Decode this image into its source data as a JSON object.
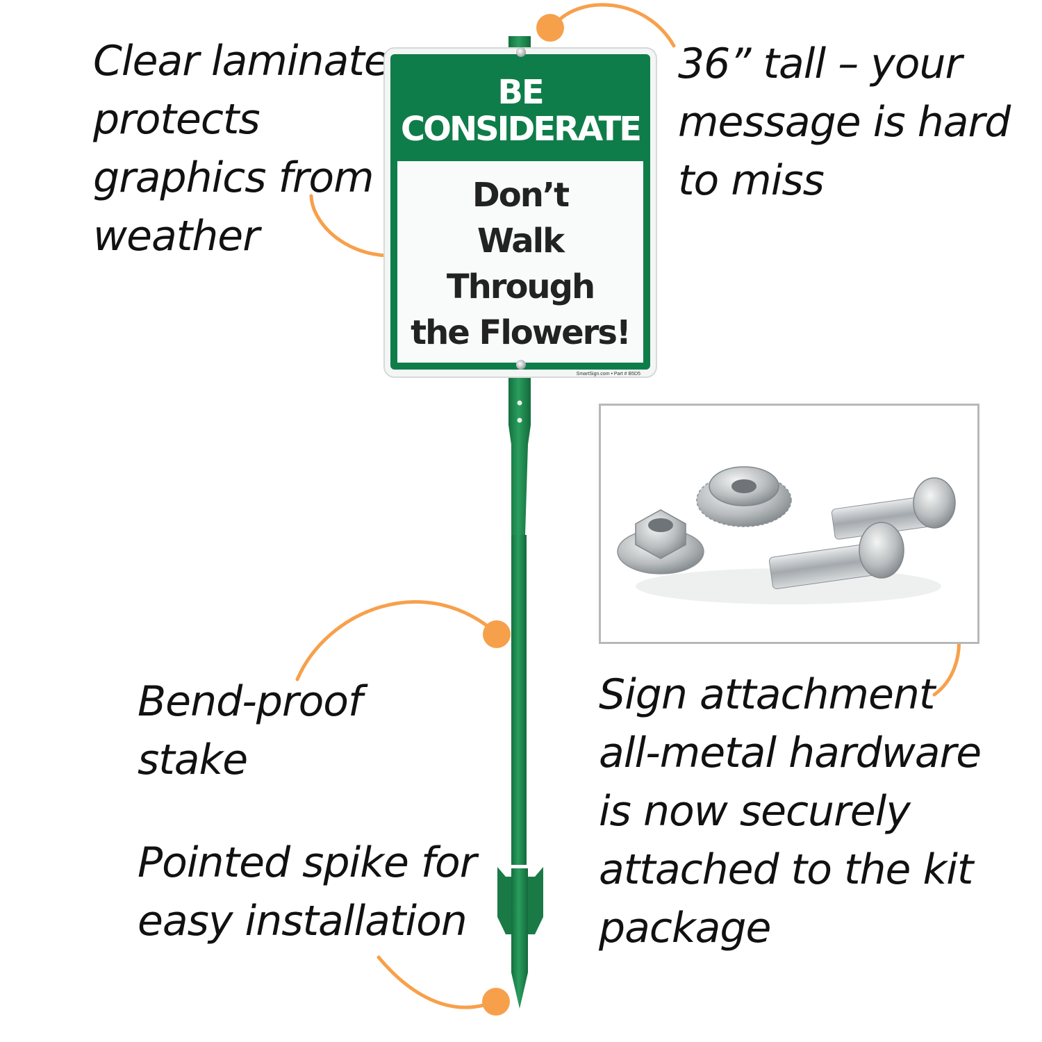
{
  "callouts": {
    "laminate": [
      "Clear laminate",
      "protects",
      "graphics from",
      "weather"
    ],
    "tall": [
      "36” tall – your",
      "message is hard",
      "to miss"
    ],
    "stake": [
      "Bend-proof",
      "stake"
    ],
    "spike": [
      "Pointed spike for",
      "easy installation"
    ],
    "hardware": [
      "Sign attachment",
      "all-metal hardware",
      "is now securely",
      "attached to the kit",
      "package"
    ]
  },
  "sign": {
    "header": [
      "BE",
      "CONSIDERATE"
    ],
    "body": [
      "Don’t",
      "Walk",
      "Through",
      "the Flowers!"
    ],
    "footer": "SmartSign.com • Part # B5D5"
  },
  "colors": {
    "accent_orange": "#f7a04b",
    "stake_green": "#1f8a4f",
    "sign_green": "#0f7d4a",
    "frame_gray": "#b8b8b8",
    "text": "#111111"
  },
  "icons": {
    "hardware": [
      "flange-nut-icon",
      "flange-nut-icon",
      "bolt-icon",
      "bolt-icon"
    ]
  }
}
